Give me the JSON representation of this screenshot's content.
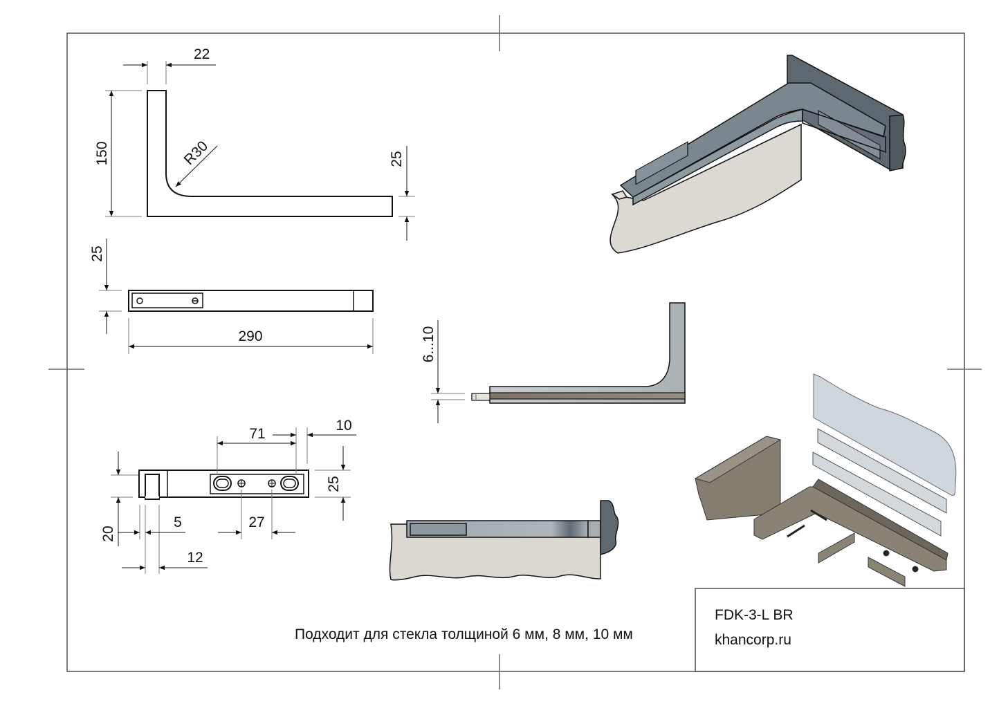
{
  "drawing": {
    "product_code": "FDK-3-L BR",
    "website": "khancorp.ru",
    "note": "Подходит для стекла толщиной 6 мм, 8 мм, 10 мм"
  },
  "views": {
    "front_profile": {
      "dims": {
        "width_top": "22",
        "height": "150",
        "radius": "R30",
        "thickness": "25"
      }
    },
    "top_view": {
      "dims": {
        "height": "25",
        "length": "290"
      }
    },
    "glass_section": {
      "dims": {
        "glass_range": "6...10"
      }
    },
    "bottom_view": {
      "dims": {
        "slot_spacing": "71",
        "edge_offset": "10",
        "height": "25",
        "slot_depth": "20",
        "slot_width": "5",
        "offset_12": "12",
        "hole_spacing": "27"
      }
    },
    "iso_view": {
      "label": "isometric-assembly"
    },
    "side_view": {
      "label": "side-installed"
    },
    "exploded_view": {
      "label": "exploded-assembly"
    }
  },
  "colors": {
    "line": "#111111",
    "frame": "#333333",
    "bracket_steel": "#6f7b84",
    "bracket_steel_light": "#9aa6ad",
    "wall": "#5b666e",
    "glass_fill": "#dedad3",
    "bronze": "#8c8477",
    "exploded_glass": "#cfd6dc"
  }
}
